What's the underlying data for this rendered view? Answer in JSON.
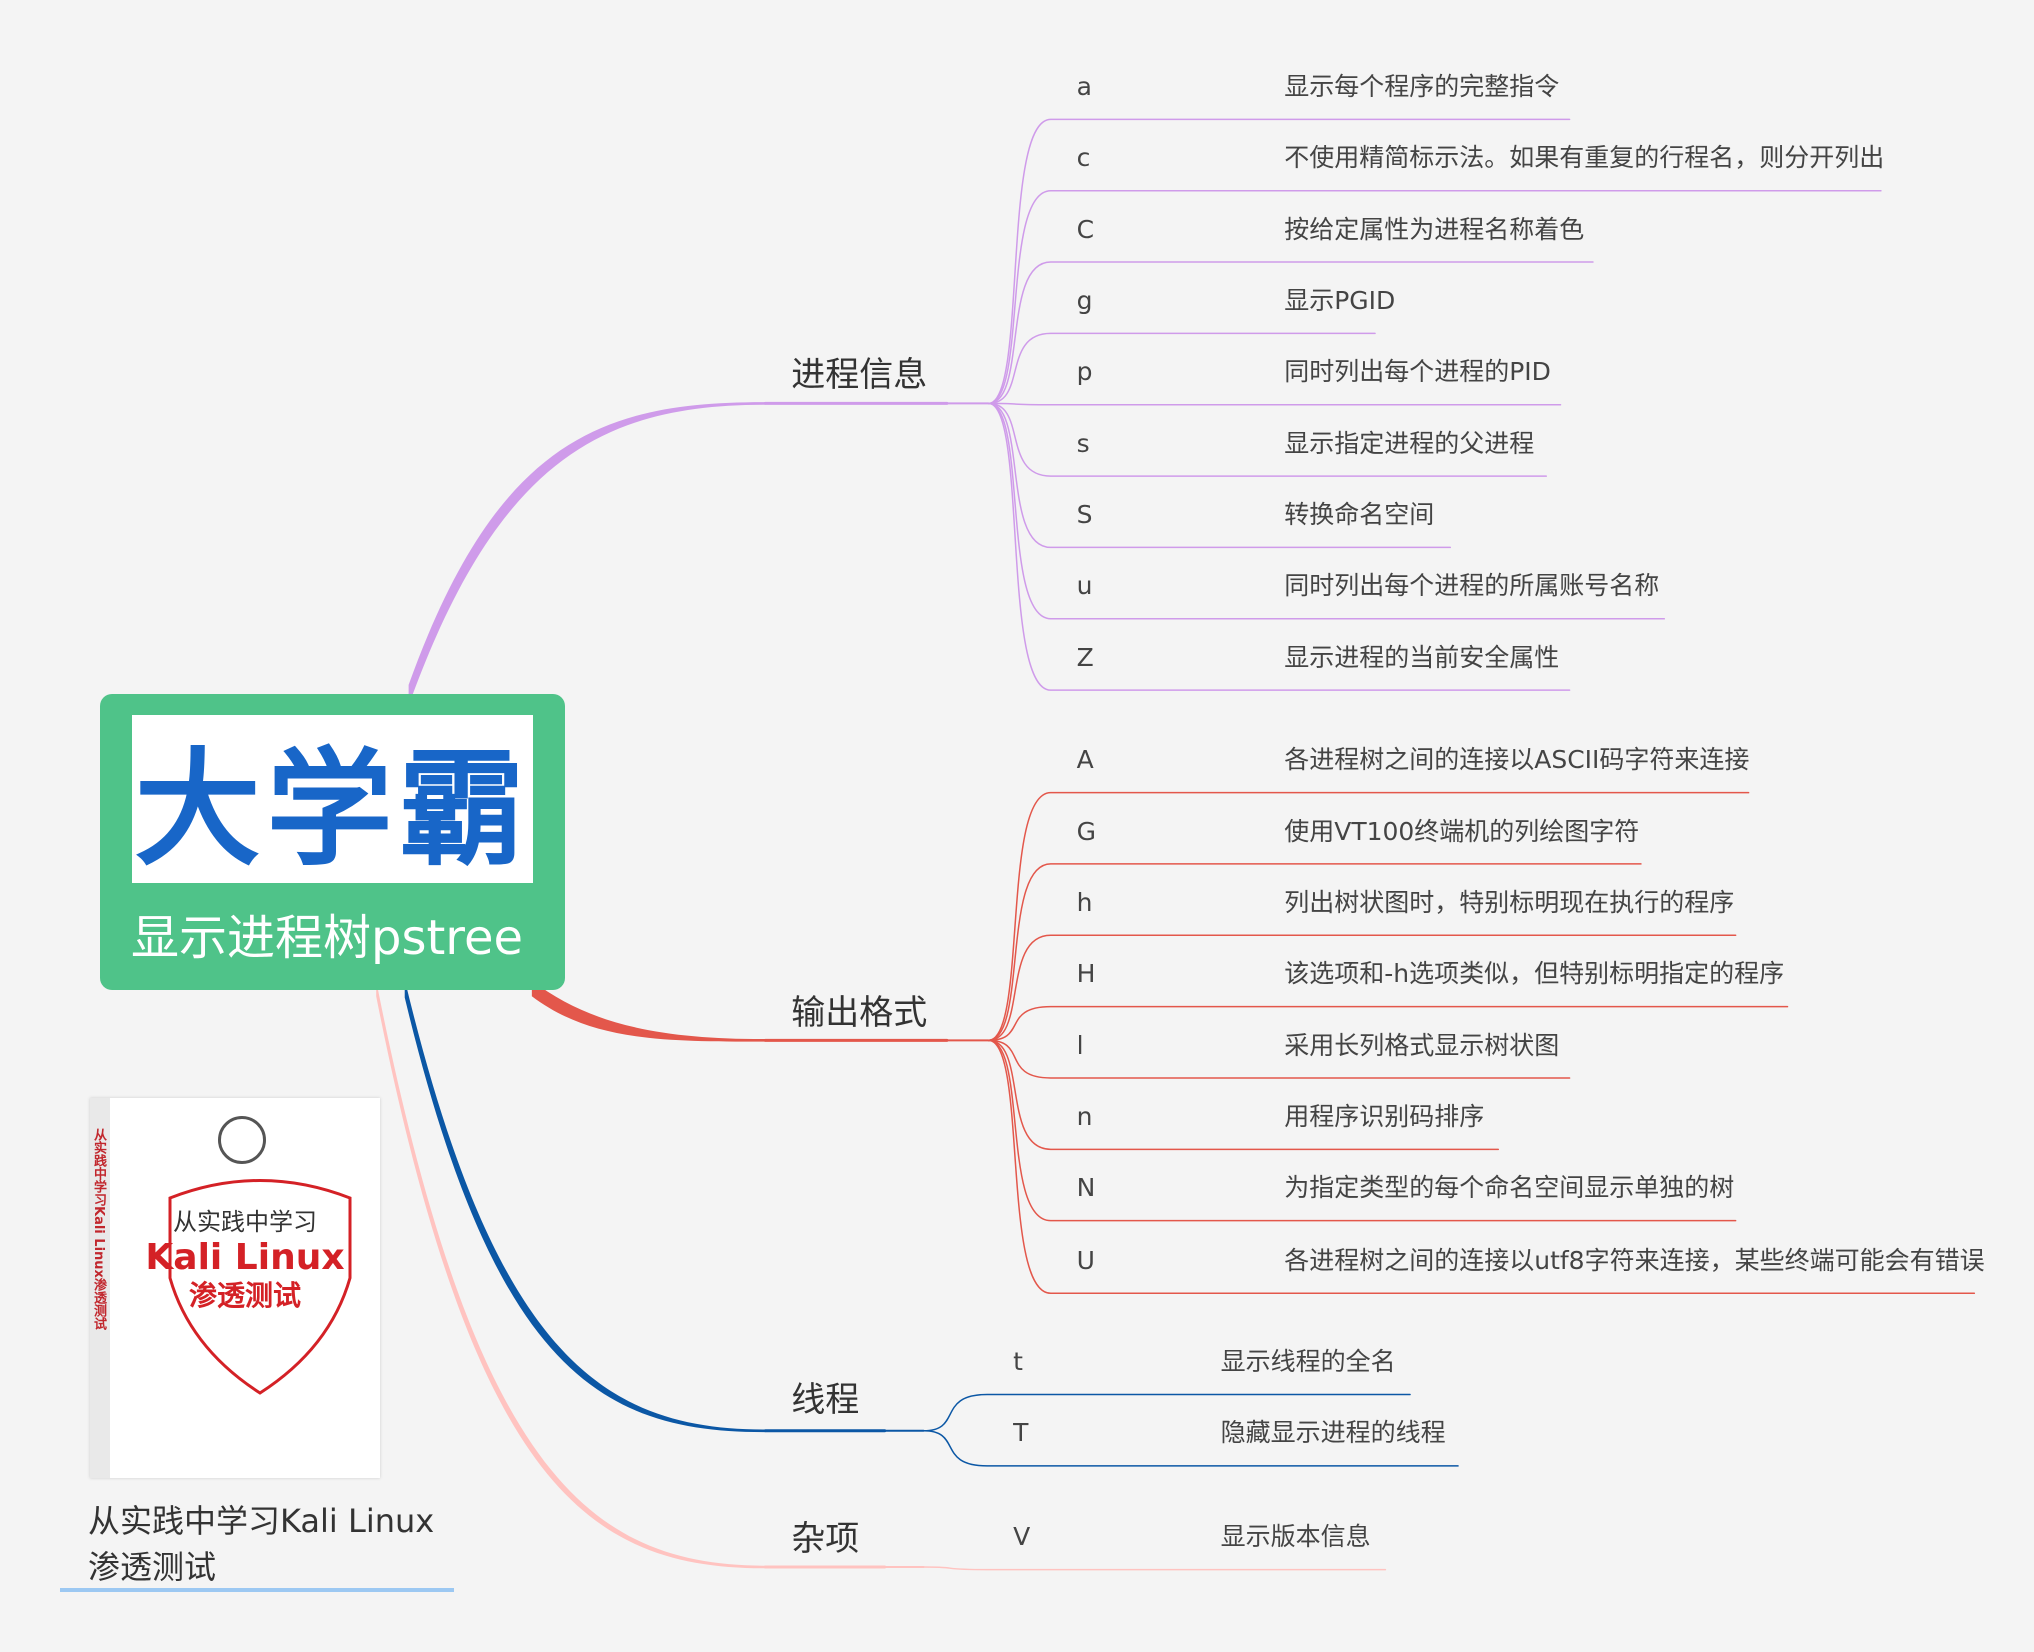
{
  "root": {
    "logo_text": "大学霸",
    "title": "显示进程树pstree"
  },
  "book": {
    "caption_line1": "从实践中学习Kali Linux",
    "caption_line2": "渗透测试",
    "cover_title": "从实践中学习",
    "cover_main": "Kali Linux",
    "cover_sub": "渗透测试",
    "spine_text": "从实践中学习Kali Linux渗透测试"
  },
  "colors": {
    "info": "#cf9bea",
    "output": "#e3574b",
    "thread": "#0b57a5",
    "misc": "#ffc3c0",
    "root_bg": "#4fc389",
    "logo_text": "#1866c8"
  },
  "branches": [
    {
      "label": "进程信息",
      "color": "#cf9bea",
      "items": [
        {
          "key": "a",
          "desc": "显示每个程序的完整指令"
        },
        {
          "key": "c",
          "desc": "不使用精简标示法。如果有重复的行程名，则分开列出"
        },
        {
          "key": "C",
          "desc": "按给定属性为进程名称着色"
        },
        {
          "key": "g",
          "desc": "显示PGID"
        },
        {
          "key": "p",
          "desc": "同时列出每个进程的PID"
        },
        {
          "key": "s",
          "desc": "显示指定进程的父进程"
        },
        {
          "key": "S",
          "desc": "转换命名空间"
        },
        {
          "key": "u",
          "desc": "同时列出每个进程的所属账号名称"
        },
        {
          "key": "Z",
          "desc": "显示进程的当前安全属性"
        }
      ]
    },
    {
      "label": "输出格式",
      "color": "#e3574b",
      "items": [
        {
          "key": "A",
          "desc": "各进程树之间的连接以ASCII码字符来连接"
        },
        {
          "key": "G",
          "desc": "使用VT100终端机的列绘图字符"
        },
        {
          "key": "h",
          "desc": "列出树状图时，特别标明现在执行的程序"
        },
        {
          "key": "H",
          "desc": "该选项和-h选项类似，但特别标明指定的程序"
        },
        {
          "key": "l",
          "desc": "采用长列格式显示树状图"
        },
        {
          "key": "n",
          "desc": "用程序识别码排序"
        },
        {
          "key": "N",
          "desc": "为指定类型的每个命名空间显示单独的树"
        },
        {
          "key": "U",
          "desc": "各进程树之间的连接以utf8字符来连接，某些终端可能会有错误"
        }
      ]
    },
    {
      "label": "线程",
      "color": "#0b57a5",
      "items": [
        {
          "key": "t",
          "desc": "显示线程的全名"
        },
        {
          "key": "T",
          "desc": "隐藏显示进程的线程"
        }
      ]
    },
    {
      "label": "杂项",
      "color": "#ffc3c0",
      "items": [
        {
          "key": "V",
          "desc": "显示版本信息"
        }
      ]
    }
  ]
}
